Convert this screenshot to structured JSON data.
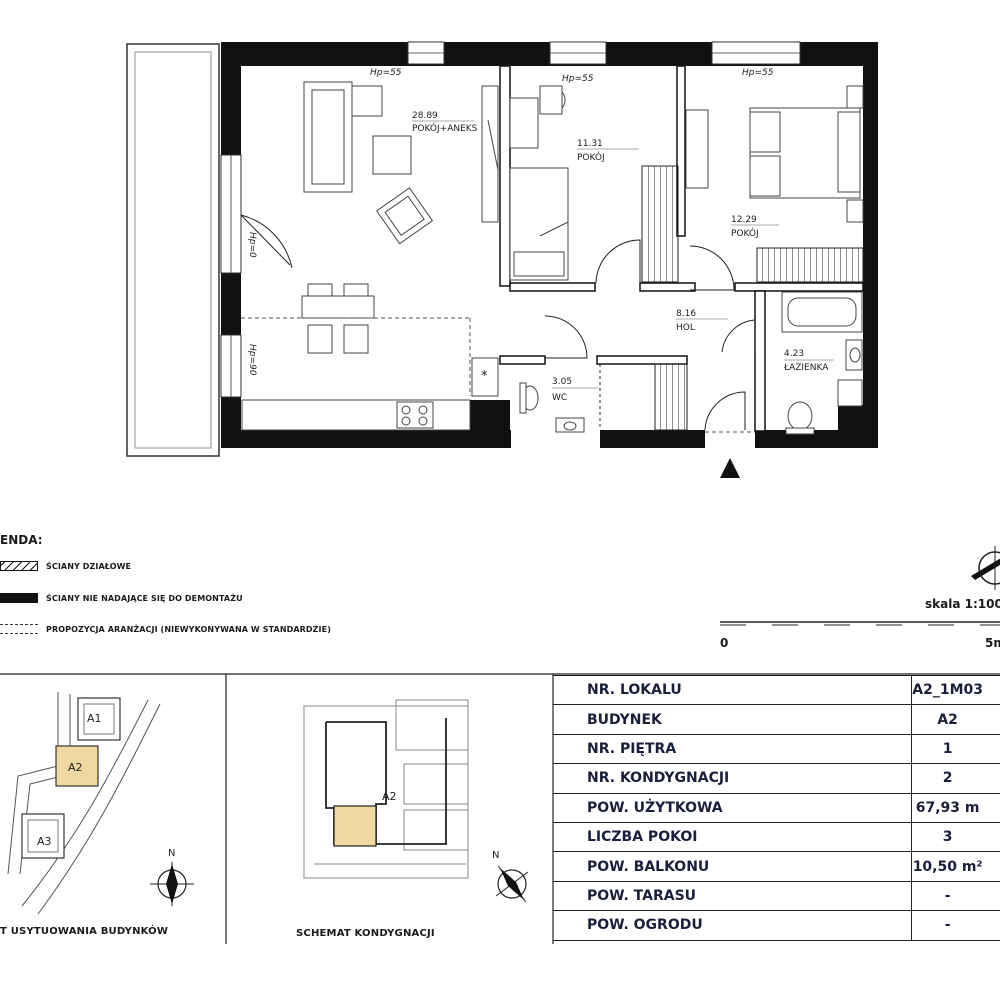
{
  "plan": {
    "rooms": [
      {
        "id": "living",
        "area": "28.89",
        "name": "POKÓJ+ANEKS"
      },
      {
        "id": "room1",
        "area": "11.31",
        "name": "POKÓJ"
      },
      {
        "id": "room2",
        "area": "12.29",
        "name": "POKÓJ"
      },
      {
        "id": "hall",
        "area": "8.16",
        "name": "HOL"
      },
      {
        "id": "wc",
        "area": "3.05",
        "name": "WC"
      },
      {
        "id": "bath",
        "area": "4.23",
        "name": "ŁAZIENKA"
      }
    ],
    "sill_labels": [
      "Hp=55",
      "Hp=55",
      "Hp=55",
      "Hp=0",
      "Hp=90"
    ],
    "star": "*"
  },
  "legend": {
    "title": "ENDA:",
    "items": [
      {
        "text": "ŚCIANY DZIAŁOWE",
        "style": "hatch"
      },
      {
        "text": "ŚCIANY NIE NADAJĄCE SIĘ DO DEMONTAŻU",
        "style": "solid"
      },
      {
        "text": "PROPOZYCJA ARANŻACJI (NIEWYKONYWANA W STANDARDZIE)",
        "style": "dashed"
      }
    ]
  },
  "scale": {
    "label": "skala 1:100",
    "zero": "0",
    "five": "5m"
  },
  "site_plan": {
    "caption": "T  USYTUOWANIA BUDYNKÓW",
    "buildings": [
      "A1",
      "A2",
      "A3"
    ],
    "north": "N"
  },
  "floor_scheme": {
    "caption": "SCHEMAT  KONDYGNACJI",
    "building": "A2",
    "north": "N"
  },
  "info": [
    {
      "key": "NR. LOKALU",
      "value": "A2_1M03"
    },
    {
      "key": "BUDYNEK",
      "value": "A2"
    },
    {
      "key": "NR. PIĘTRA",
      "value": "1"
    },
    {
      "key": "NR. KONDYGNACJI",
      "value": "2"
    },
    {
      "key": "POW. UŻYTKOWA",
      "value": "67,93 m"
    },
    {
      "key": "LICZBA POKOI",
      "value": "3"
    },
    {
      "key": "POW. BALKONU",
      "value": "10,50 m²"
    },
    {
      "key": "POW. TARASU",
      "value": "-"
    },
    {
      "key": "POW. OGRODU",
      "value": "-"
    }
  ],
  "colors": {
    "highlight": "#efd9a0",
    "wall": "#111111",
    "text_dark": "#1a1f3c"
  }
}
